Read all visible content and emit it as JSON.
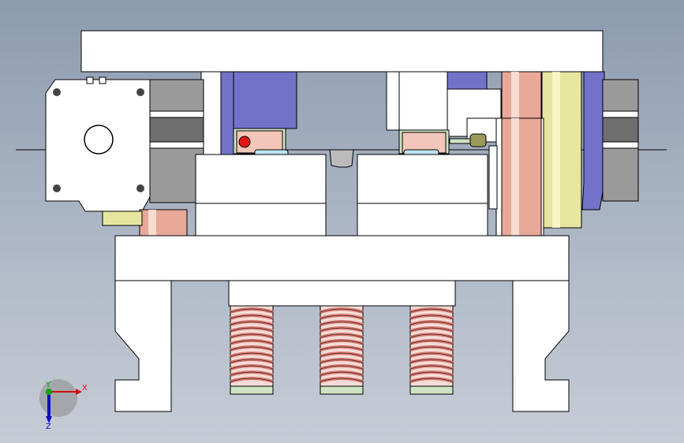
{
  "viewport": {
    "background_top": "#8d9bb0",
    "background_bottom": "#c6ccd6"
  },
  "model": {
    "plate_color": "#ffffff",
    "edge_color": "#000000",
    "slider_color": "#7272c8",
    "bushing_color": "#e6e6a0",
    "pin_color": "#e8a898",
    "spring_coil_color": "#d87870",
    "spring_end_color": "#cfe3c2",
    "insert_blue": "#bfe3f2",
    "insert_pink": "#f2c6b8",
    "indicator_red": "#e01818",
    "motor_grey": "#9a9a9a",
    "springs": [
      "spring-left",
      "spring-center",
      "spring-right"
    ]
  },
  "triad": {
    "x_label": "X",
    "y_label": "Y",
    "z_label": "Z",
    "x_color": "#d01010",
    "y_color": "#10a010",
    "z_color": "#1010c0"
  }
}
